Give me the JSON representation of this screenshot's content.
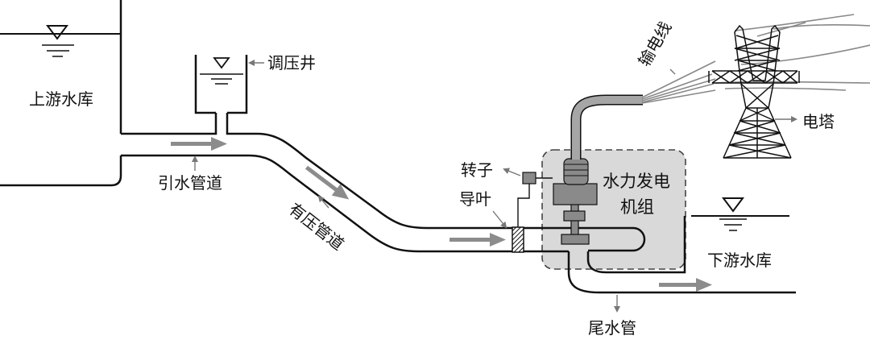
{
  "labels": {
    "upper_reservoir": "上游水库",
    "surge_tank": "调压井",
    "intake_pipe": "引水管道",
    "penstock": "有压管道",
    "rotor": "转子",
    "guide_vane": "导叶",
    "generator_line1": "水力发电",
    "generator_line2": "机组",
    "transmission_line": "输电线",
    "tower": "电塔",
    "lower_reservoir": "下游水库",
    "draft_tube": "尾水管"
  },
  "colors": {
    "line": "#111111",
    "arrow": "#8c8c8c",
    "callout": "#777777",
    "unit_fill": "#d9d9d9",
    "conduit": "#a6a6a6",
    "parts": "#8a8a8a"
  }
}
